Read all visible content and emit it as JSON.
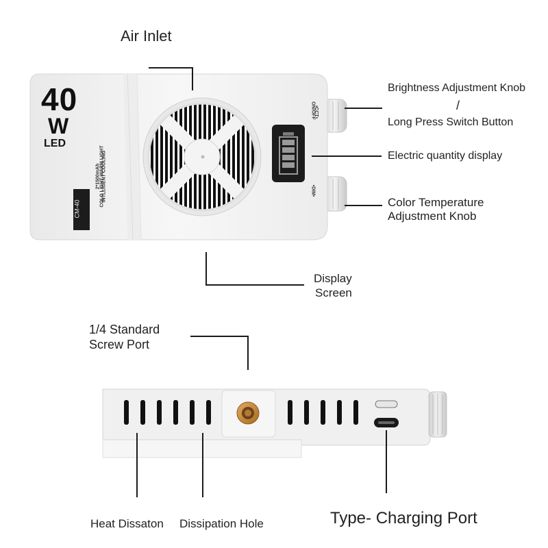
{
  "device_top": {
    "wattage_number": "40",
    "wattage_unit": "W",
    "wattage_type": "LED",
    "model_badge": "CM-40",
    "spec_lines": [
      "COLO LIGHT WARM LIGHT",
      "INTLLIGENT COOLING",
      "2*1500mAh"
    ],
    "knob_text_top": "ON/OFF",
    "knob_text_top2": "•CCT•",
    "knob_text_bottom": "•DIM•"
  },
  "labels": {
    "air_inlet": "Air Inlet",
    "brightness_knob": "Brightness Adjustment Knob",
    "slash": "/",
    "long_press": "Long Press Switch Button",
    "electric_display": "Electric quantity display",
    "color_temp_line1": "Color Temperature",
    "color_temp_line2": "Adjustment Knob",
    "display_screen_line1": "Display",
    "display_screen_line2": "Screen",
    "screw_port_line1": "1/4 Standard",
    "screw_port_line2": "Screw Port",
    "heat_dissaton": "Heat Dissaton",
    "dissipation_hole": "Dissipation Hole",
    "charging_port": "Type- Charging Port"
  },
  "colors": {
    "device_body": "#f2f2f2",
    "device_edge": "#d9d9d9",
    "fan_blade": "#111111",
    "screw_brass": "#c98a3b",
    "battery_display": "#1c1c1c",
    "battery_segment": "#9a9a9a"
  },
  "icons": [
    "fan-grille-icon",
    "battery-level-icon",
    "knob-icon",
    "usb-c-port-icon",
    "screw-port-icon"
  ]
}
